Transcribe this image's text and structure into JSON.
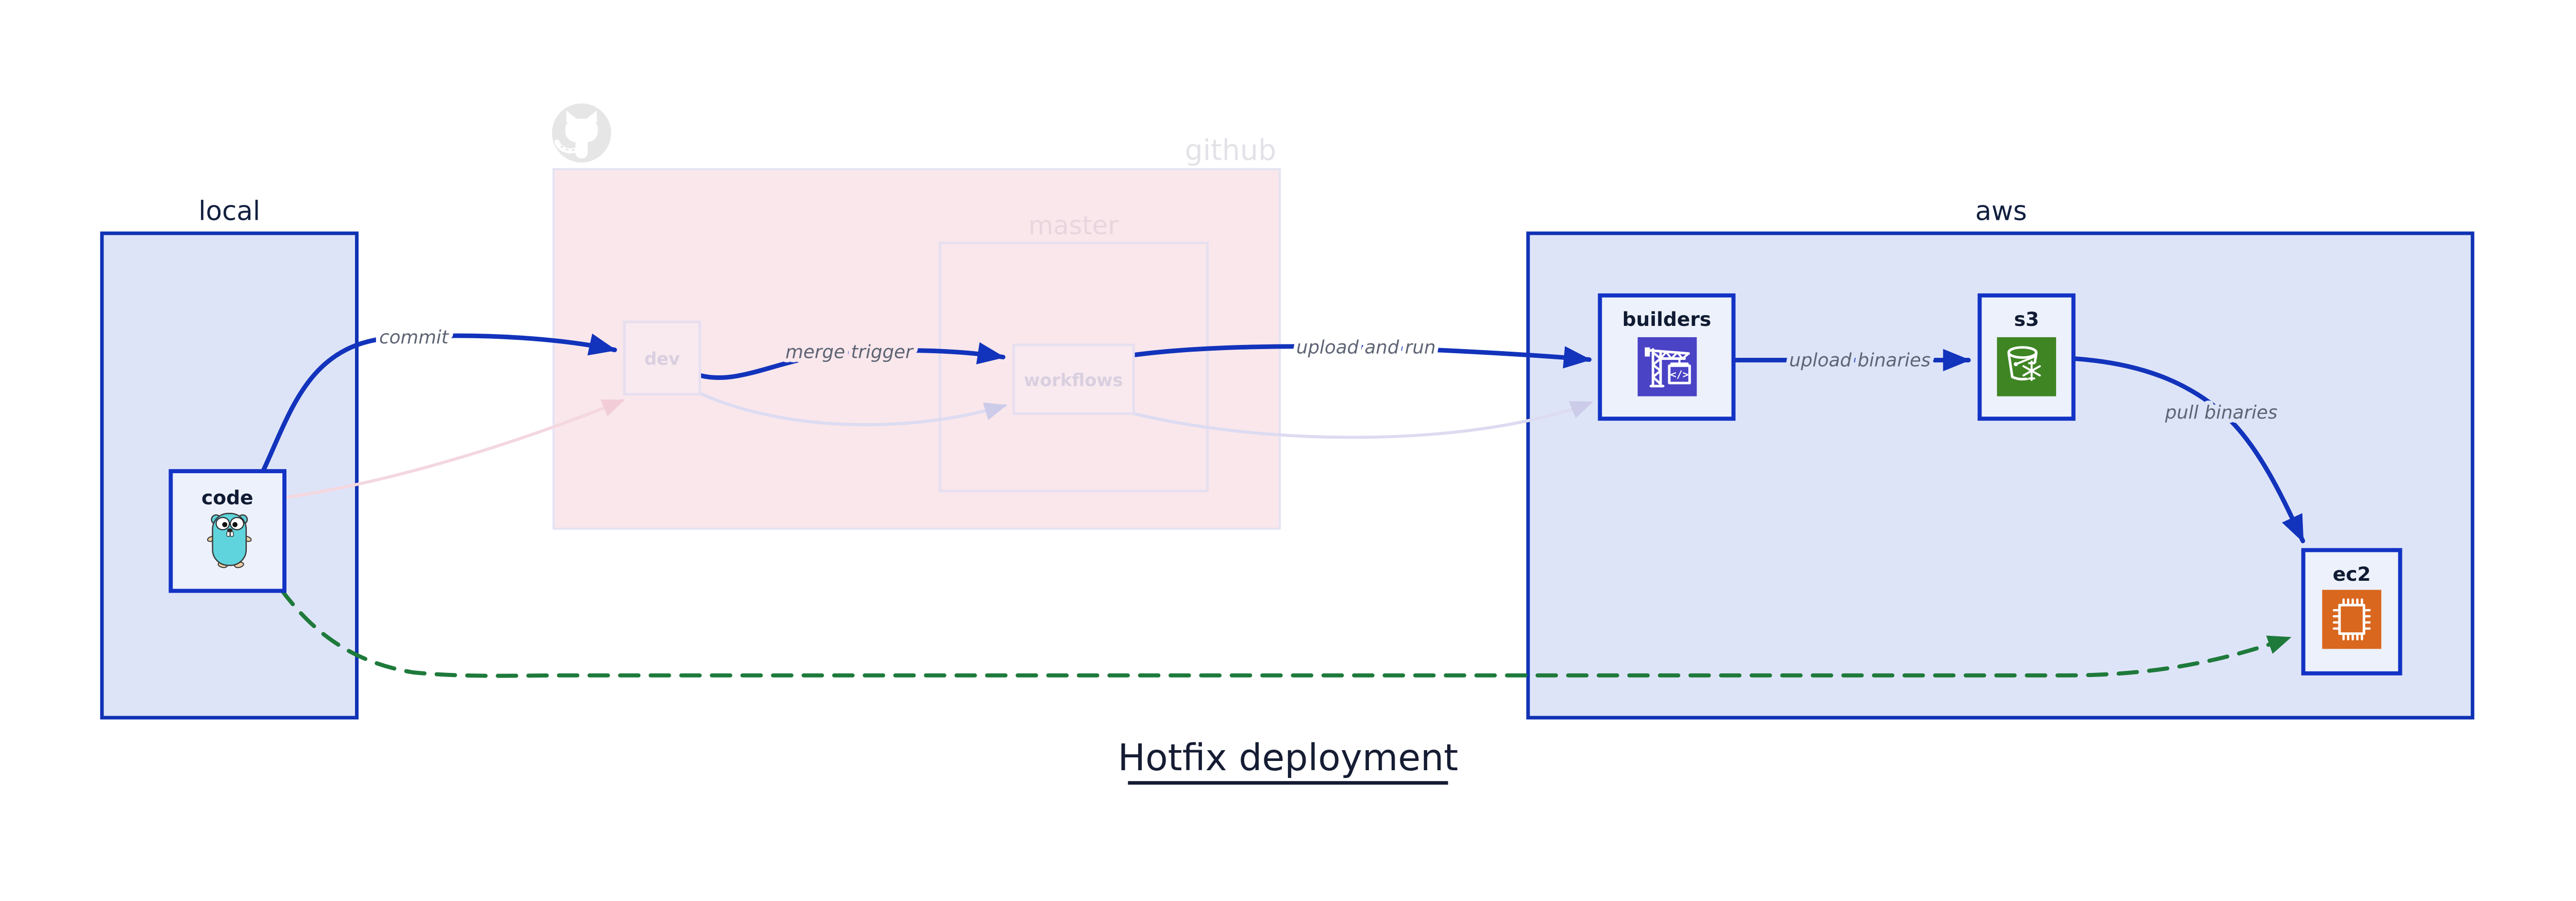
{
  "diagram_title": "Hotfix deployment",
  "groups": {
    "local": {
      "label": "local"
    },
    "github": {
      "label": "github"
    },
    "master": {
      "label": "master"
    },
    "aws": {
      "label": "aws"
    }
  },
  "nodes": {
    "code": {
      "label": "code",
      "icon": "go-gopher-icon"
    },
    "dev": {
      "label": "dev"
    },
    "workflows": {
      "label": "workflows"
    },
    "builders": {
      "label": "builders",
      "icon": "aws-codebuild-crane-icon"
    },
    "s3": {
      "label": "s3",
      "icon": "aws-s3-bucket-snowflake-icon"
    },
    "ec2": {
      "label": "ec2",
      "icon": "aws-ec2-chip-icon"
    }
  },
  "edges": {
    "commit": {
      "label": "commit",
      "from": "code",
      "to": "dev",
      "style": "solid-blue"
    },
    "merge_trigger": {
      "label": "merge trigger",
      "from": "dev",
      "to": "workflows",
      "style": "solid-blue"
    },
    "upload_and_run": {
      "label": "upload and run",
      "from": "workflows",
      "to": "builders",
      "style": "solid-blue"
    },
    "upload_binaries": {
      "label": "upload binaries",
      "from": "builders",
      "to": "s3",
      "style": "solid-blue"
    },
    "pull_binaries": {
      "label": "pull binaries",
      "from": "s3",
      "to": "ec2",
      "style": "solid-blue"
    },
    "hotfix_path": {
      "label": "",
      "from": "code",
      "to": "ec2",
      "style": "dashed-green"
    },
    "faded_code_to_dev": {
      "label": "",
      "from": "code",
      "to": "dev",
      "style": "faded-pink"
    },
    "faded_dev_to_workflows": {
      "label": "",
      "from": "dev",
      "to": "workflows",
      "style": "faded-lavender"
    },
    "faded_workflows_to_builders": {
      "label": "",
      "from": "workflows",
      "to": "builders",
      "style": "faded-lavender"
    }
  },
  "colors": {
    "accent_blue": "#1233bb",
    "box_fill_blue": "#dee4f8",
    "node_fill": "#edf1fb",
    "github_pink": "#f9e7ec",
    "faded_lavender": "#dcdbf1",
    "hotfix_green": "#1e7a3b",
    "codebuild_purple": "#4a43c6",
    "s3_green": "#3f8524",
    "ec2_orange": "#d9671e",
    "label_gray": "#5d6473",
    "dark_navy": "#151c33",
    "gopher_teal": "#5fd4dc"
  }
}
